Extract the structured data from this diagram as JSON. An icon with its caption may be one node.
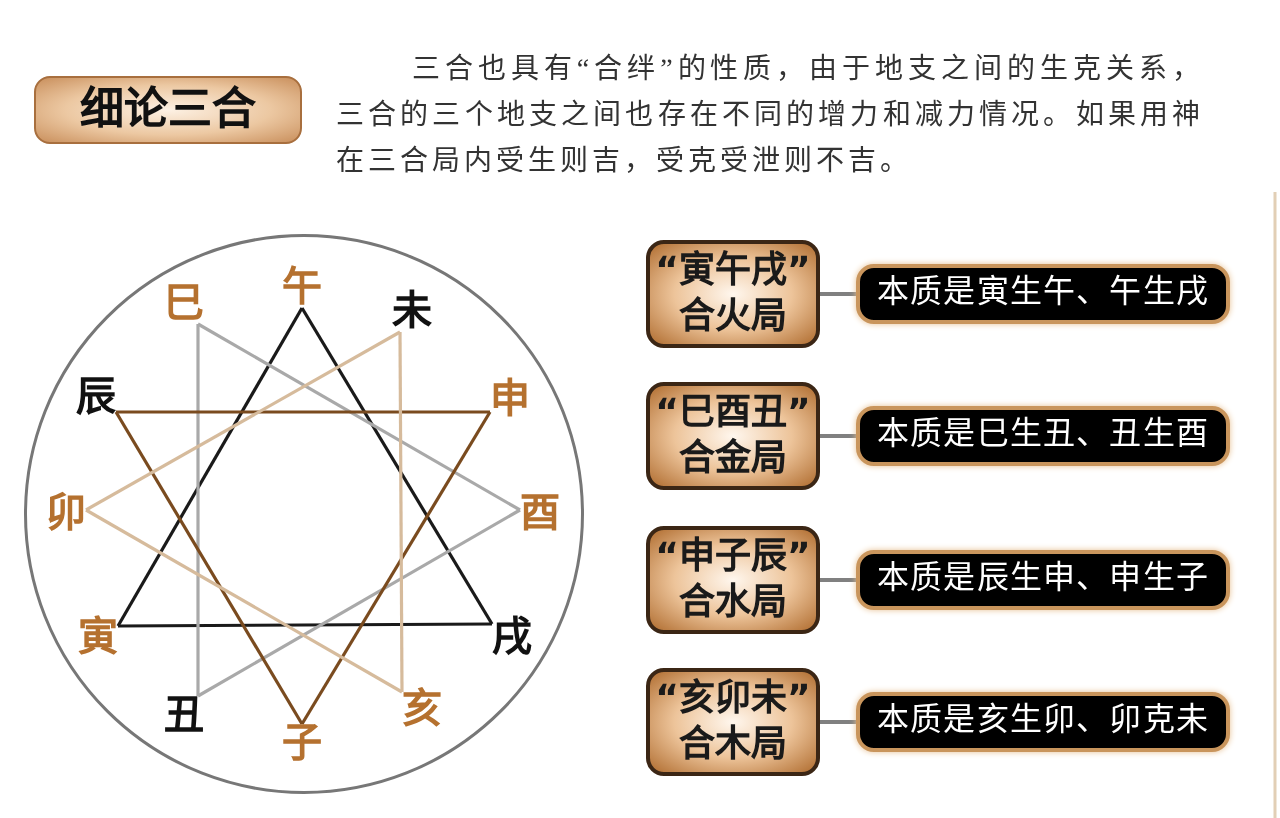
{
  "diagram": {
    "title": "细论三合",
    "nodes": [
      {
        "text": [],
        "shape": "circle"
      },
      {
        "text": [
          "午"
        ],
        "in": 0
      },
      {
        "text": [
          "巳"
        ],
        "in": 0
      },
      {
        "text": [
          "未"
        ],
        "in": 0
      },
      {
        "text": [
          "辰"
        ],
        "in": 0
      },
      {
        "text": [
          "申"
        ],
        "in": 0
      },
      {
        "text": [
          "卯"
        ],
        "in": 0
      },
      {
        "text": [
          "酉"
        ],
        "in": 0
      },
      {
        "text": [
          "寅"
        ],
        "in": 0
      },
      {
        "text": [
          "戌"
        ],
        "in": 0
      },
      {
        "text": [
          "丑"
        ],
        "in": 0
      },
      {
        "text": [
          "亥"
        ],
        "in": 0
      },
      {
        "text": [
          "子"
        ],
        "in": 0
      },
      {
        "text": [
          "“寅午戌”合火局"
        ]
      },
      {
        "text": [
          "本质是寅生午、午生戌"
        ]
      },
      {
        "text": [
          "“巳酉丑”合金局"
        ]
      },
      {
        "text": [
          "本质是巳生丑、丑生酉"
        ]
      },
      {
        "text": [
          "“申子辰”合水局"
        ]
      },
      {
        "text": [
          "本质是辰生申、申生子"
        ]
      },
      {
        "text": [
          "“亥卯未”合木局"
        ]
      },
      {
        "text": [
          "本质是亥生卯、卯克未"
        ]
      }
    ],
    "edges": [
      {
        "from": 1,
        "to": 9,
        "arrow": "none",
        "color": "#1a1a1a"
      },
      {
        "from": 9,
        "to": 8,
        "arrow": "none",
        "color": "#1a1a1a"
      },
      {
        "from": 8,
        "to": 1,
        "arrow": "none",
        "color": "#1a1a1a"
      },
      {
        "from": 2,
        "to": 7,
        "arrow": "none",
        "color": "#a9a9a9"
      },
      {
        "from": 7,
        "to": 10,
        "arrow": "none",
        "color": "#a9a9a9"
      },
      {
        "from": 10,
        "to": 2,
        "arrow": "none",
        "color": "#a9a9a9"
      },
      {
        "from": 4,
        "to": 5,
        "arrow": "none",
        "color": "#7a4b1f"
      },
      {
        "from": 5,
        "to": 12,
        "arrow": "none",
        "color": "#7a4b1f"
      },
      {
        "from": 12,
        "to": 4,
        "arrow": "none",
        "color": "#7a4b1f"
      },
      {
        "from": 3,
        "to": 6,
        "arrow": "none",
        "color": "#d6bb9c"
      },
      {
        "from": 6,
        "to": 11,
        "arrow": "none",
        "color": "#d6bb9c"
      },
      {
        "from": 11,
        "to": 3,
        "arrow": "none",
        "color": "#d6bb9c"
      },
      {
        "from": 13,
        "to": 14,
        "arrow": "none"
      },
      {
        "from": 15,
        "to": 16,
        "arrow": "none"
      },
      {
        "from": 17,
        "to": 18,
        "arrow": "none"
      },
      {
        "from": 19,
        "to": 20,
        "arrow": "none"
      }
    ],
    "labels": [
      "三合也具有“合绊”的性质，由于地支之间的生克关系，三合的三个地支之间也存在不同的增力和减力情况。如果用神在三合局内受生则吉，受克受泄则不吉。"
    ]
  }
}
